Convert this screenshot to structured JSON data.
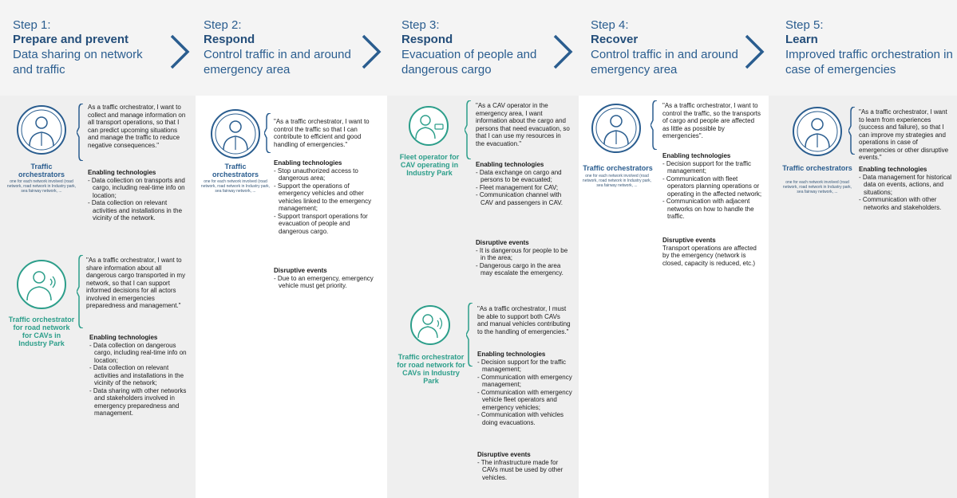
{
  "steps": [
    {
      "step": "Step 1:",
      "name": "Prepare and prevent",
      "subtitle": "Data sharing on network and traffic",
      "personas": [
        {
          "name": "Traffic orchestrators",
          "desc": "one for each network involved (road network, road network in Industry park, sea fairway network, ...",
          "quote": "As a traffic orchestrator, I want to collect and manage information on all transport operations, so that I can predict upcoming situations and manage the traffic to reduce negative consequences.\"",
          "enabling_title": "Enabling technologies",
          "enabling": [
            "Data collection on transports and cargo, including real-time info on location;",
            "Data collection on relevant activities and installations in the vicinity of the network."
          ]
        },
        {
          "name": "Traffic orchestrator for road network for CAVs in Industry Park",
          "quote": "\"As a traffic orchestrator, I want to share information about all dangerous cargo transported in my network, so that I can support informed decisions for all actors involved in emergencies preparedness and management.\"",
          "enabling_title": "Enabling technologies",
          "enabling": [
            "Data collection on dangerous cargo, including real-time info on location;",
            "Data collection on relevant activities and installations in the vicinity of the network;",
            "Data sharing with other networks and stakeholders involved in emergency preparedness and management."
          ]
        }
      ]
    },
    {
      "step": "Step 2:",
      "name": "Respond",
      "subtitle": "Control traffic in and around emergency area",
      "personas": [
        {
          "name": "Traffic orchestrators",
          "desc": "one for each network involved (road network, road network in Industry park, sea fairway network, ...",
          "quote": "\"As a traffic orchestrator, I want to control the traffic so that I can contribute to efficient and good handling of emergencies.\"",
          "enabling_title": "Enabling technologies",
          "enabling": [
            "Stop unauthorized access to dangerous area;",
            "Support the operations of emergency vehicles and other vehicles linked to the emergency management;",
            "Support transport operations for evacuation of people and dangerous cargo."
          ],
          "disruptive_title": "Disruptive events",
          "disruptive": [
            "Due to an emergency, emergency vehicle must get priority."
          ]
        }
      ]
    },
    {
      "step": "Step 3:",
      "name": "Respond",
      "subtitle": "Evacuation of people and dangerous cargo",
      "personas": [
        {
          "name": "Fleet operator for CAV operating in Industry Park",
          "quote": "\"As a CAV operator in the emergency area, I want information about the cargo and persons that need evacuation, so that I can use my resources in the evacuation.\"",
          "enabling_title": "Enabling technologies",
          "enabling": [
            "Data exchange on cargo and persons to be evacuated;",
            "Fleet management for CAV;",
            "Communication channel with CAV and passengers in CAV."
          ],
          "disruptive_title": "Disruptive events",
          "disruptive": [
            "It is dangerous for people to be in the area;",
            "Dangerous cargo in the area may escalate the emergency."
          ]
        },
        {
          "name": "Traffic orchestrator for road network for CAVs in Industry Park",
          "quote": "\"As a traffic orchestrator, I must be able to support both CAVs and manual vehicles contributing to the handling of emergencies.\"",
          "enabling_title": "Enabling technologies",
          "enabling": [
            "Decision support for the traffic management;",
            "Communication with emergency management;",
            "Communication with emergency vehicle fleet operators and emergency vehicles;",
            "Communication with vehicles doing evacuations."
          ],
          "disruptive_title": "Disruptive events",
          "disruptive": [
            "The infrastructure made for CAVs must be used by other vehicles."
          ]
        }
      ]
    },
    {
      "step": "Step 4:",
      "name": "Recover",
      "subtitle": "Control traffic in and around emergency area",
      "personas": [
        {
          "name": "Traffic orchestrators",
          "desc": "one for each network involved (road network, road network in Industry park, sea fairway network, ...",
          "quote": "\"As a traffic orchestrator, I want to control the traffic, so the transports of cargo and people are affected as little as possible by emergencies\".",
          "enabling_title": "Enabling technologies",
          "enabling": [
            "Decision support for the traffic management;",
            "Communication with fleet operators planning operations or operating in the affected network;",
            "Communication with adjacent networks on how to handle the traffic."
          ],
          "disruptive_title": "Disruptive events",
          "disruptive_text": "Transport operations are affected by the emergency (network is closed, capacity is reduced, etc.)"
        }
      ]
    },
    {
      "step": "Step 5:",
      "name": "Learn",
      "subtitle": "Improved traffic orchestration in case of emergencies",
      "personas": [
        {
          "name": "Traffic orchestrators",
          "desc": "one for each network involved (road network, road network in Industry park, sea fairway network, ...",
          "quote": "\"As a traffic orchestrator, I want to learn from experiences (success and failure), so that I can improve my strategies and operations in case of emergencies or other disruptive events.\"",
          "enabling_title": "Enabling technologies",
          "enabling": [
            "Data management for historical data on events, actions, and situations;",
            "Communication with other networks and stakeholders."
          ]
        }
      ]
    }
  ],
  "colors": {
    "blue": "#2a5d8f",
    "green": "#2c9e8a",
    "alt_bg": "#efefef"
  },
  "icons": {
    "person": "person-icon",
    "person_wifi": "person-wifi-icon",
    "person_car": "person-car-icon",
    "chevron": "chevron-right-icon"
  }
}
